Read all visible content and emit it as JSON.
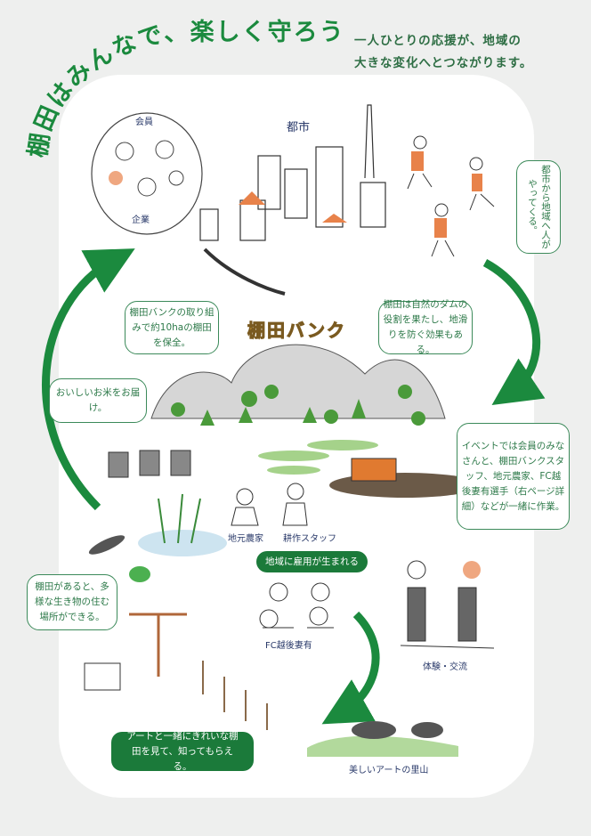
{
  "title": "棚田はみんなで、楽しく守ろう！",
  "subtitle": [
    "一人ひとりの応援が、地域の",
    "大きな変化へとつながります。"
  ],
  "brand": "棚田バンク",
  "labels": {
    "members": "会員",
    "companies": "企業",
    "city": "都市",
    "local_farmer": "地元農家",
    "farming_staff": "耕作スタッフ",
    "fc": "FC越後妻有",
    "experience": "体験・交流",
    "art_satoyama": "美しいアートの里山"
  },
  "bubbles": {
    "city_to_region": "都市から地域へ人がやってくる。",
    "conserve": "棚田バンクの取り組みで約10haの棚田を保全。",
    "dam": "棚田は自然のダムの役割を果たし、地滑りを防ぐ効果もある。",
    "rice": "おいしいお米をお届け。",
    "event": "イベントでは会員のみなさんと、棚田バンクスタッフ、地元農家、FC越後妻有選手（右ページ詳細）などが一緒に作業。",
    "biodiversity": "棚田があると、多様な生き物の住む場所ができる。",
    "employment": "地域に雇用が生まれる",
    "art": "アートと一緒にきれいな棚田を見て、知ってもらえる。"
  },
  "colors": {
    "accent": "#1b7a3a",
    "background": "#eeefee",
    "brand": "#e8b23a"
  }
}
